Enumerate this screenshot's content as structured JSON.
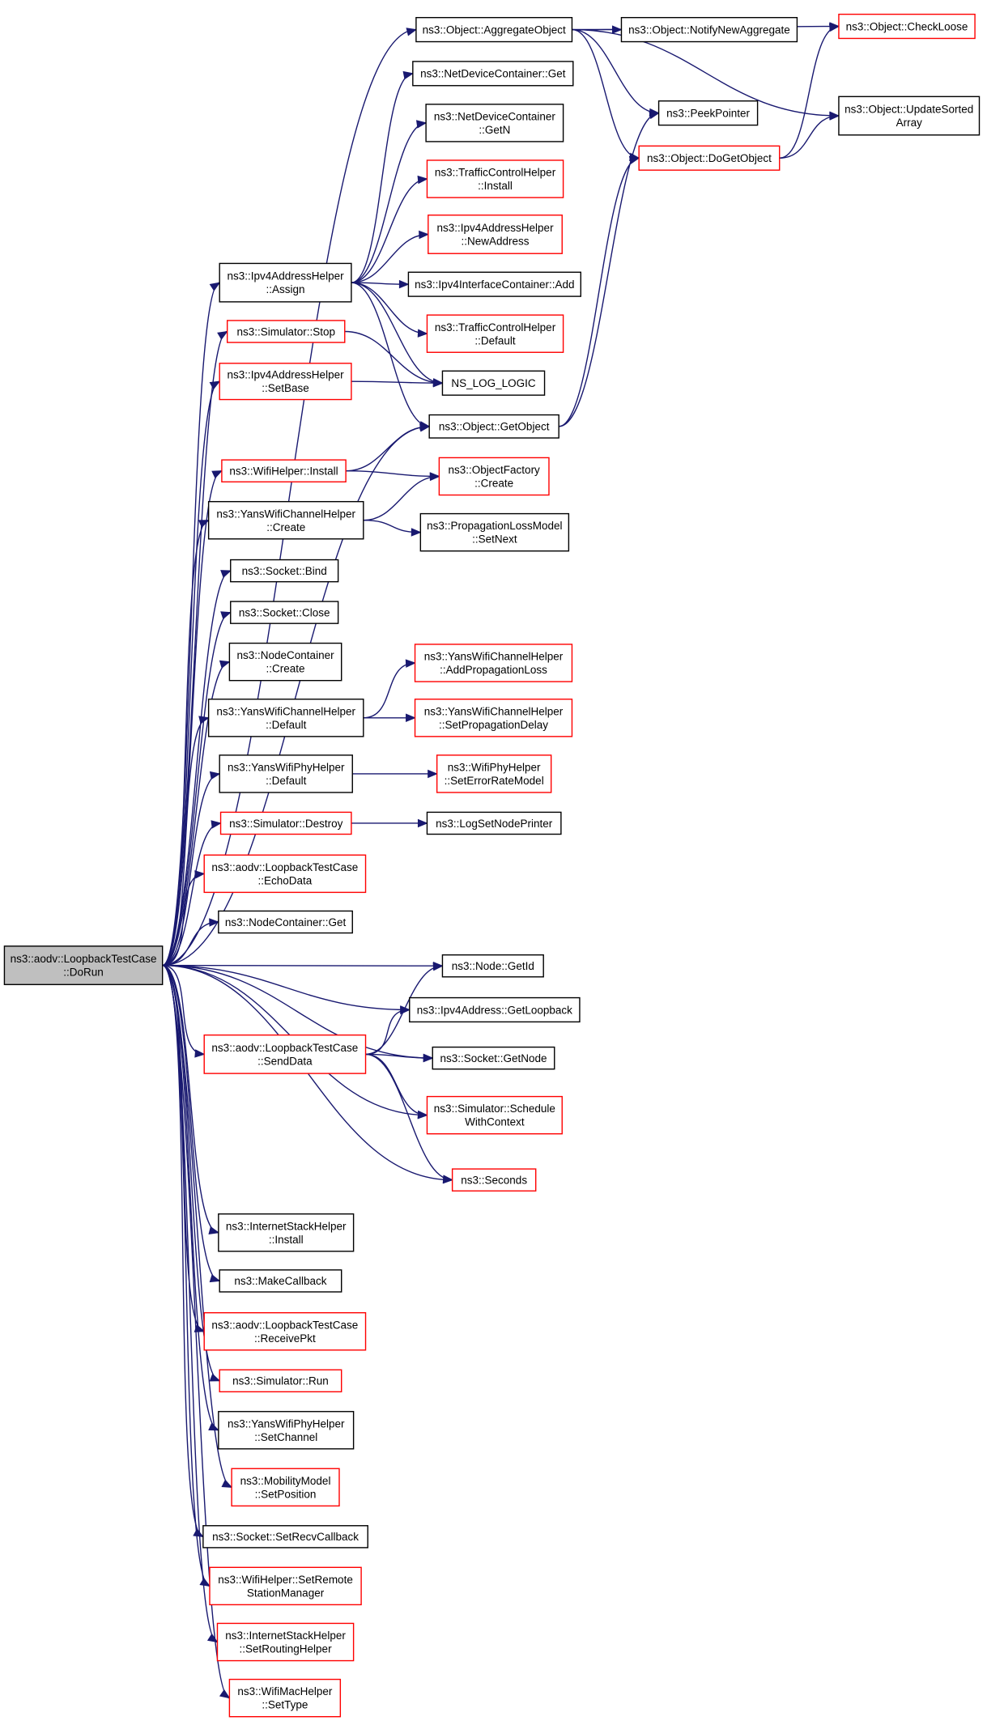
{
  "diagram": {
    "type": "call-graph",
    "border_colors": {
      "complete": "#000000",
      "truncated": "#ff0000",
      "root_fill": "#bfbfbf",
      "edge": "#191970"
    },
    "nodes": [
      {
        "id": "root",
        "lines": [
          "ns3::aodv::LoopbackTestCase",
          "::DoRun"
        ],
        "style": "root"
      },
      {
        "id": "aggregate",
        "lines": [
          "ns3::Object::AggregateObject"
        ],
        "style": "black"
      },
      {
        "id": "notify",
        "lines": [
          "ns3::Object::NotifyNewAggregate"
        ],
        "style": "black"
      },
      {
        "id": "checkloose",
        "lines": [
          "ns3::Object::CheckLoose"
        ],
        "style": "red"
      },
      {
        "id": "ndc_get",
        "lines": [
          "ns3::NetDeviceContainer::Get"
        ],
        "style": "black"
      },
      {
        "id": "peek",
        "lines": [
          "ns3::PeekPointer"
        ],
        "style": "black"
      },
      {
        "id": "updsorted",
        "lines": [
          "ns3::Object::UpdateSorted",
          "Array"
        ],
        "style": "black"
      },
      {
        "id": "ndc_getn",
        "lines": [
          "ns3::NetDeviceContainer",
          "::GetN"
        ],
        "style": "black"
      },
      {
        "id": "dogetobj",
        "lines": [
          "ns3::Object::DoGetObject"
        ],
        "style": "red"
      },
      {
        "id": "tch_install",
        "lines": [
          "ns3::TrafficControlHelper",
          "::Install"
        ],
        "style": "red"
      },
      {
        "id": "ipv4h_newaddr",
        "lines": [
          "ns3::Ipv4AddressHelper",
          "::NewAddress"
        ],
        "style": "red"
      },
      {
        "id": "ipv4h_assign",
        "lines": [
          "ns3::Ipv4AddressHelper",
          "::Assign"
        ],
        "style": "black"
      },
      {
        "id": "ipv4ic_add",
        "lines": [
          "ns3::Ipv4InterfaceContainer::Add"
        ],
        "style": "black"
      },
      {
        "id": "tch_default",
        "lines": [
          "ns3::TrafficControlHelper",
          "::Default"
        ],
        "style": "red"
      },
      {
        "id": "sim_stop",
        "lines": [
          "ns3::Simulator::Stop"
        ],
        "style": "red"
      },
      {
        "id": "ipv4h_setbase",
        "lines": [
          "ns3::Ipv4AddressHelper",
          "::SetBase"
        ],
        "style": "red"
      },
      {
        "id": "nslog",
        "lines": [
          "NS_LOG_LOGIC"
        ],
        "style": "black"
      },
      {
        "id": "getobject",
        "lines": [
          "ns3::Object::GetObject"
        ],
        "style": "black"
      },
      {
        "id": "wifi_install",
        "lines": [
          "ns3::WifiHelper::Install"
        ],
        "style": "red"
      },
      {
        "id": "objfactory",
        "lines": [
          "ns3::ObjectFactory",
          "::Create"
        ],
        "style": "red"
      },
      {
        "id": "ywch_create",
        "lines": [
          "ns3::YansWifiChannelHelper",
          "::Create"
        ],
        "style": "black"
      },
      {
        "id": "plm_setnext",
        "lines": [
          "ns3::PropagationLossModel",
          "::SetNext"
        ],
        "style": "black"
      },
      {
        "id": "sock_bind",
        "lines": [
          "ns3::Socket::Bind"
        ],
        "style": "black"
      },
      {
        "id": "sock_close",
        "lines": [
          "ns3::Socket::Close"
        ],
        "style": "black"
      },
      {
        "id": "nc_create",
        "lines": [
          "ns3::NodeContainer",
          "::Create"
        ],
        "style": "black"
      },
      {
        "id": "ywch_addprop",
        "lines": [
          "ns3::YansWifiChannelHelper",
          "::AddPropagationLoss"
        ],
        "style": "red"
      },
      {
        "id": "ywch_default",
        "lines": [
          "ns3::YansWifiChannelHelper",
          "::Default"
        ],
        "style": "black"
      },
      {
        "id": "ywch_setdelay",
        "lines": [
          "ns3::YansWifiChannelHelper",
          "::SetPropagationDelay"
        ],
        "style": "red"
      },
      {
        "id": "ywph_default",
        "lines": [
          "ns3::YansWifiPhyHelper",
          "::Default"
        ],
        "style": "black"
      },
      {
        "id": "wph_seterr",
        "lines": [
          "ns3::WifiPhyHelper",
          "::SetErrorRateModel"
        ],
        "style": "red"
      },
      {
        "id": "sim_destroy",
        "lines": [
          "ns3::Simulator::Destroy"
        ],
        "style": "red"
      },
      {
        "id": "logsetnode",
        "lines": [
          "ns3::LogSetNodePrinter"
        ],
        "style": "black"
      },
      {
        "id": "echodata",
        "lines": [
          "ns3::aodv::LoopbackTestCase",
          "::EchoData"
        ],
        "style": "red"
      },
      {
        "id": "nc_get",
        "lines": [
          "ns3::NodeContainer::Get"
        ],
        "style": "black"
      },
      {
        "id": "node_getid",
        "lines": [
          "ns3::Node::GetId"
        ],
        "style": "black"
      },
      {
        "id": "ipv4_getloop",
        "lines": [
          "ns3::Ipv4Address::GetLoopback"
        ],
        "style": "black"
      },
      {
        "id": "senddata",
        "lines": [
          "ns3::aodv::LoopbackTestCase",
          "::SendData"
        ],
        "style": "red"
      },
      {
        "id": "sock_getnode",
        "lines": [
          "ns3::Socket::GetNode"
        ],
        "style": "black"
      },
      {
        "id": "sim_schedctx",
        "lines": [
          "ns3::Simulator::Schedule",
          "WithContext"
        ],
        "style": "red"
      },
      {
        "id": "seconds",
        "lines": [
          "ns3::Seconds"
        ],
        "style": "red"
      },
      {
        "id": "ish_install",
        "lines": [
          "ns3::InternetStackHelper",
          "::Install"
        ],
        "style": "black"
      },
      {
        "id": "makecallback",
        "lines": [
          "ns3::MakeCallback"
        ],
        "style": "black"
      },
      {
        "id": "receivepkt",
        "lines": [
          "ns3::aodv::LoopbackTestCase",
          "::ReceivePkt"
        ],
        "style": "red"
      },
      {
        "id": "sim_run",
        "lines": [
          "ns3::Simulator::Run"
        ],
        "style": "red"
      },
      {
        "id": "ywph_setchan",
        "lines": [
          "ns3::YansWifiPhyHelper",
          "::SetChannel"
        ],
        "style": "black"
      },
      {
        "id": "mob_setpos",
        "lines": [
          "ns3::MobilityModel",
          "::SetPosition"
        ],
        "style": "red"
      },
      {
        "id": "sock_setrecv",
        "lines": [
          "ns3::Socket::SetRecvCallback"
        ],
        "style": "black"
      },
      {
        "id": "wifi_setrsm",
        "lines": [
          "ns3::WifiHelper::SetRemote",
          "StationManager"
        ],
        "style": "red"
      },
      {
        "id": "ish_setrouting",
        "lines": [
          "ns3::InternetStackHelper",
          "::SetRoutingHelper"
        ],
        "style": "red"
      },
      {
        "id": "wmh_settype",
        "lines": [
          "ns3::WifiMacHelper",
          "::SetType"
        ],
        "style": "red"
      }
    ],
    "edges": [
      [
        "root",
        "aggregate"
      ],
      [
        "root",
        "ipv4h_assign"
      ],
      [
        "root",
        "sim_stop"
      ],
      [
        "root",
        "ipv4h_setbase"
      ],
      [
        "root",
        "getobject"
      ],
      [
        "root",
        "wifi_install"
      ],
      [
        "root",
        "ywch_create"
      ],
      [
        "root",
        "sock_bind"
      ],
      [
        "root",
        "sock_close"
      ],
      [
        "root",
        "nc_create"
      ],
      [
        "root",
        "ywch_default"
      ],
      [
        "root",
        "ywph_default"
      ],
      [
        "root",
        "sim_destroy"
      ],
      [
        "root",
        "echodata"
      ],
      [
        "root",
        "nc_get"
      ],
      [
        "root",
        "node_getid"
      ],
      [
        "root",
        "ipv4_getloop"
      ],
      [
        "root",
        "senddata"
      ],
      [
        "root",
        "sock_getnode"
      ],
      [
        "root",
        "sim_schedctx"
      ],
      [
        "root",
        "seconds"
      ],
      [
        "root",
        "ish_install"
      ],
      [
        "root",
        "makecallback"
      ],
      [
        "root",
        "receivepkt"
      ],
      [
        "root",
        "sim_run"
      ],
      [
        "root",
        "ywph_setchan"
      ],
      [
        "root",
        "mob_setpos"
      ],
      [
        "root",
        "sock_setrecv"
      ],
      [
        "root",
        "wifi_setrsm"
      ],
      [
        "root",
        "ish_setrouting"
      ],
      [
        "root",
        "wmh_settype"
      ],
      [
        "aggregate",
        "notify"
      ],
      [
        "aggregate",
        "checkloose"
      ],
      [
        "aggregate",
        "peek"
      ],
      [
        "aggregate",
        "updsorted"
      ],
      [
        "aggregate",
        "dogetobj"
      ],
      [
        "dogetobj",
        "checkloose"
      ],
      [
        "dogetobj",
        "updsorted"
      ],
      [
        "ipv4h_assign",
        "ndc_get"
      ],
      [
        "ipv4h_assign",
        "ndc_getn"
      ],
      [
        "ipv4h_assign",
        "tch_install"
      ],
      [
        "ipv4h_assign",
        "ipv4h_newaddr"
      ],
      [
        "ipv4h_assign",
        "ipv4ic_add"
      ],
      [
        "ipv4h_assign",
        "tch_default"
      ],
      [
        "ipv4h_assign",
        "nslog"
      ],
      [
        "ipv4h_assign",
        "getobject"
      ],
      [
        "sim_stop",
        "nslog"
      ],
      [
        "ipv4h_setbase",
        "nslog"
      ],
      [
        "getobject",
        "peek"
      ],
      [
        "getobject",
        "dogetobj"
      ],
      [
        "wifi_install",
        "getobject"
      ],
      [
        "wifi_install",
        "objfactory"
      ],
      [
        "ywch_create",
        "objfactory"
      ],
      [
        "ywch_create",
        "plm_setnext"
      ],
      [
        "ywch_default",
        "ywch_addprop"
      ],
      [
        "ywch_default",
        "ywch_setdelay"
      ],
      [
        "ywph_default",
        "wph_seterr"
      ],
      [
        "sim_destroy",
        "logsetnode"
      ],
      [
        "senddata",
        "node_getid"
      ],
      [
        "senddata",
        "ipv4_getloop"
      ],
      [
        "senddata",
        "sock_getnode"
      ],
      [
        "senddata",
        "sim_schedctx"
      ],
      [
        "senddata",
        "seconds"
      ]
    ]
  }
}
